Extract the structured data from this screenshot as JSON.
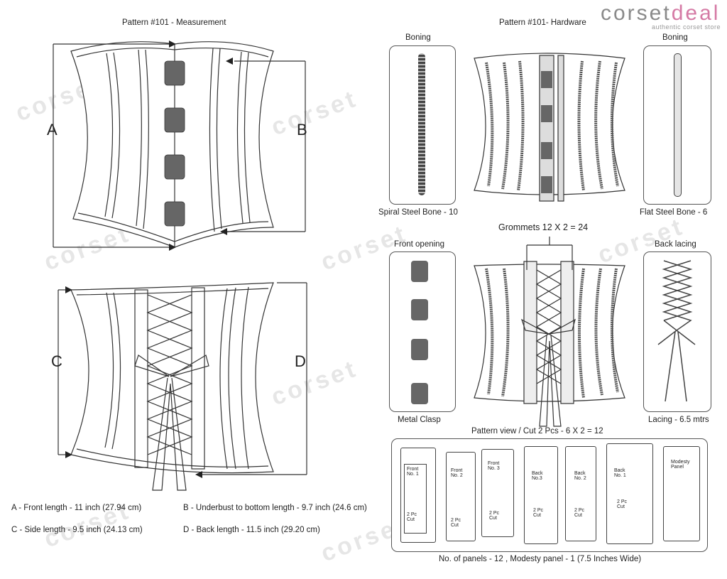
{
  "brand": {
    "name_a": "corset",
    "name_b": "deal",
    "tagline": "authentic corset store",
    "color_a": "#8a8a8a",
    "color_b": "#d57aa5"
  },
  "measurement": {
    "title": "Pattern #101 -  Measurement",
    "letters": {
      "a": "A",
      "b": "B",
      "c": "C",
      "d": "D"
    },
    "notes": {
      "a": "A - Front length - 11 inch (27.94 cm)",
      "b": "B - Underbust to bottom length - 9.7 inch (24.6 cm)",
      "c": "C - Side length - 9.5  inch  (24.13 cm)",
      "d": "D - Back length - 11.5 inch (29.20 cm)"
    }
  },
  "hardware": {
    "title": "Pattern #101-  Hardware",
    "boning_left": {
      "title": "Boning",
      "caption": "Spiral Steel Bone - 10"
    },
    "boning_right": {
      "title": "Boning",
      "caption": "Flat Steel Bone - 6"
    },
    "grommets": "Grommets 12 X 2 = 24",
    "front_opening": {
      "title": "Front opening",
      "caption": "Metal Clasp"
    },
    "back_lacing": {
      "title": "Back lacing",
      "caption": "Lacing - 6.5 mtrs"
    }
  },
  "pattern": {
    "title": "Pattern view  /  Cut 2 Pcs - 6 X 2 = 12",
    "panels": [
      {
        "name": "Front\nNo. 1",
        "cut": "2 Pc\nCut"
      },
      {
        "name": "Front\nNo. 2",
        "cut": "2 Pc\nCut"
      },
      {
        "name": "Front\nNo. 3",
        "cut": "2 Pc\nCut"
      },
      {
        "name": "Back\nNo.3",
        "cut": "2 Pc\nCut"
      },
      {
        "name": "Back\nNo. 2",
        "cut": "2 Pc\nCut"
      },
      {
        "name": "Back\nNo. 1",
        "cut": "2 Pc\nCut"
      },
      {
        "name": "Modesty\nPanel",
        "cut": ""
      }
    ],
    "footer": "No. of panels - 12  , Modesty panel - 1 (7.5 Inches Wide)"
  }
}
